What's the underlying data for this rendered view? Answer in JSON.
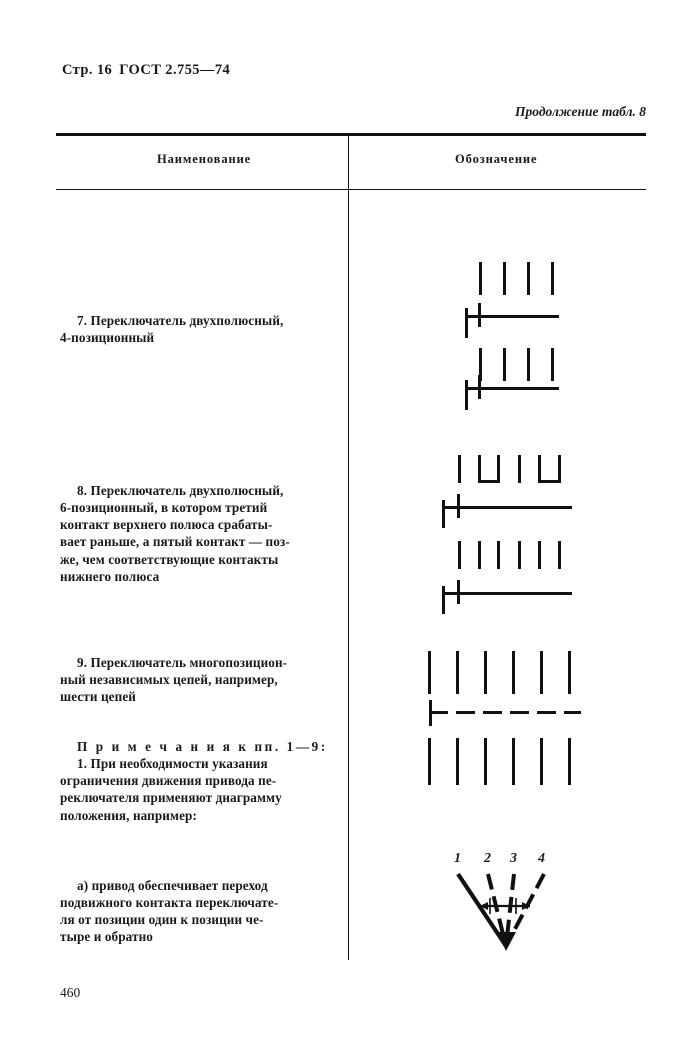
{
  "header": {
    "page_label": "Стр. 16",
    "standard": "ГОСТ 2.755—74",
    "table_continuation": "Продолжение табл. 8"
  },
  "table": {
    "columns": [
      {
        "header": "Наименование"
      },
      {
        "header": "Обозначение"
      }
    ],
    "rows": [
      {
        "id": "item-7",
        "number": "7.",
        "text": "7. Переключатель двухполюсный, 4-позиционный",
        "lines": [
          "7. Переключатель     двухполюсный,",
          "4-позиционный"
        ],
        "symbol": {
          "kind": "two-pole-4-position-switch",
          "poles": 2,
          "positions": 4,
          "contacts_per_pole": 4
        }
      },
      {
        "id": "item-8",
        "number": "8.",
        "text": "8. Переключатель двухполюсный, 6-позиционный, в котором третий контакт верхнего полюса срабатывает раньше, а пятый контакт — позже, чем соответствующие контакты нижнего полюса",
        "lines": [
          "8. Переключатель     двухполюсный,",
          "6-позиционный,  в  котором     третий",
          "контакт  верхнего  полюса  срабаты-",
          "вает раньше, а пятый контакт — поз-",
          "же,  чем  соответствующие  контакты",
          "нижнего полюса"
        ],
        "symbol": {
          "kind": "two-pole-6-position-switch",
          "poles": 2,
          "positions": 6,
          "upper_pole_bracketed_contacts": [
            2,
            3,
            5,
            6
          ],
          "note": "third contact makes earlier, fifth contact makes later"
        }
      },
      {
        "id": "item-9",
        "number": "9.",
        "text": "9. Переключатель многопозиционный независимых цепей, например, шести цепей",
        "lines": [
          "9. Переключатель    многопозицион-",
          "ный  независимых  цепей,  например,",
          "шести цепей"
        ],
        "symbol": {
          "kind": "multiposition-independent-circuits-switch",
          "circuits": 6,
          "upper_contacts": 6,
          "lower_contacts": 6,
          "middle_line": "dashed"
        }
      },
      {
        "id": "notes",
        "heading": "П р и м е ч а н и я  к пп. 1—9:",
        "text": "1. При необходимости указания ограничения движения привода переключателя применяют диаграмму положения, например:",
        "lines": [
          "1. При  необходимости  указания",
          "ограничения движения привода пе-",
          "реключателя применяют диаграмму",
          "положения, например:"
        ]
      },
      {
        "id": "note-a",
        "text": "а) привод обеспечивает переход подвижного контакта переключателя от позиции один к позиции четыре и обратно",
        "lines": [
          "а) привод   обеспечивает  переход",
          "подвижного контакта переключате-",
          "ля от позиции один к позиции че-",
          "тыре и обратно"
        ],
        "symbol": {
          "kind": "position-diagram",
          "positions": [
            "1",
            "2",
            "3",
            "4"
          ],
          "solid_ray": "1",
          "dashed_rays": [
            "2",
            "3",
            "4"
          ],
          "travel_arrow": "double-headed, position 1 to position 4"
        }
      }
    ]
  },
  "footer": {
    "folio": "460"
  },
  "colors": {
    "ink": "#111111",
    "paper": "#ffffff"
  }
}
